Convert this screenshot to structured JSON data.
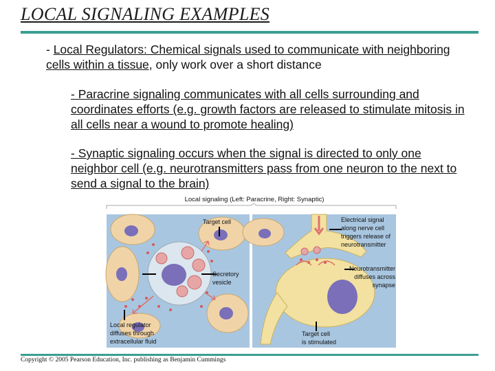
{
  "title": "LOCAL SIGNALING EXAMPLES",
  "p1": {
    "dash": "- ",
    "lead": "Local Regulators: Chemical signals used to communicate with neighboring cells within a tissue",
    "tail": ", only work over a short distance"
  },
  "p2": {
    "text": "- Paracrine signaling communicates with all cells surrounding and coordinates efforts (e.g. growth factors are released to stimulate mitosis in all cells near a wound to promote healing)"
  },
  "p3": {
    "text": "- Synaptic signaling occurs when the signal is directed to only one neighbor cell (e.g. neurotransmitters pass from one neuron to the next to send a signal to the brain)"
  },
  "figure": {
    "title": "Local signaling (Left: Paracrine, Right: Synaptic)",
    "labels": {
      "target_cell_left": "Target cell",
      "secretory_vesicle": "Secretory\nvesicle",
      "local_regulator": "Local regulator\ndiffuses through\nextracellular fluid",
      "electrical_signal": "Electrical signal\nalong nerve cell\ntriggers release of\nneurotransmitter",
      "neurotransmitter": "Neurotransmitter\ndiffuses across\nsynapse",
      "target_cell_right": "Target cell\nis stimulated"
    }
  },
  "copyright": "Copyright © 2005 Pearson Education, Inc. publishing as Benjamin Cummings",
  "colors": {
    "accent": "#3a9e92",
    "background_panel": "#a9c6e0",
    "cell": "#f0d4a8",
    "nucleus": "#7a6fb8",
    "vesicle": "#e7a6a6",
    "arrow": "#e07070"
  }
}
